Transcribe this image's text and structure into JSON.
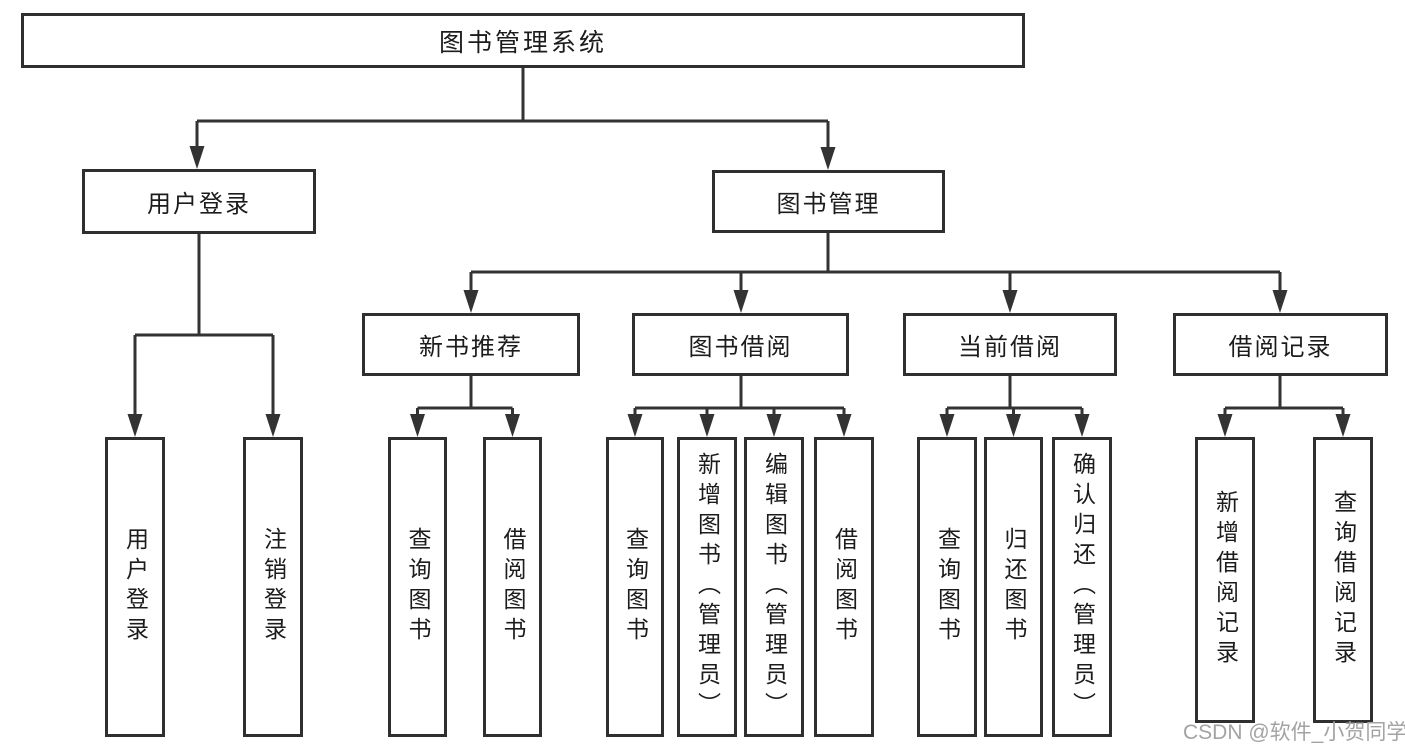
{
  "tree": {
    "root": {
      "label": "图书管理系统",
      "children": [
        {
          "label": "用户登录",
          "children": [
            {
              "label": "用户登录"
            },
            {
              "label": "注销登录"
            }
          ]
        },
        {
          "label": "图书管理",
          "children": [
            {
              "label": "新书推荐",
              "children": [
                {
                  "label": "查询图书"
                },
                {
                  "label": "借阅图书"
                }
              ]
            },
            {
              "label": "图书借阅",
              "children": [
                {
                  "label": "查询图书"
                },
                {
                  "label": "新增图书（管理员）"
                },
                {
                  "label": "编辑图书（管理员）"
                },
                {
                  "label": "借阅图书"
                }
              ]
            },
            {
              "label": "当前借阅",
              "children": [
                {
                  "label": "查询图书"
                },
                {
                  "label": "归还图书"
                },
                {
                  "label": "确认归还（管理员）"
                }
              ]
            },
            {
              "label": "借阅记录",
              "children": [
                {
                  "label": "新增借阅记录"
                },
                {
                  "label": "查询借阅记录"
                }
              ]
            }
          ]
        }
      ]
    }
  },
  "watermark": {
    "text": "CSDN @软件_小贺同学"
  },
  "colors": {
    "line": "#333333",
    "box_border": "#2f2f2f",
    "text": "#1c1c1c",
    "watermark": "#a3a3a3",
    "background": "#ffffff"
  }
}
